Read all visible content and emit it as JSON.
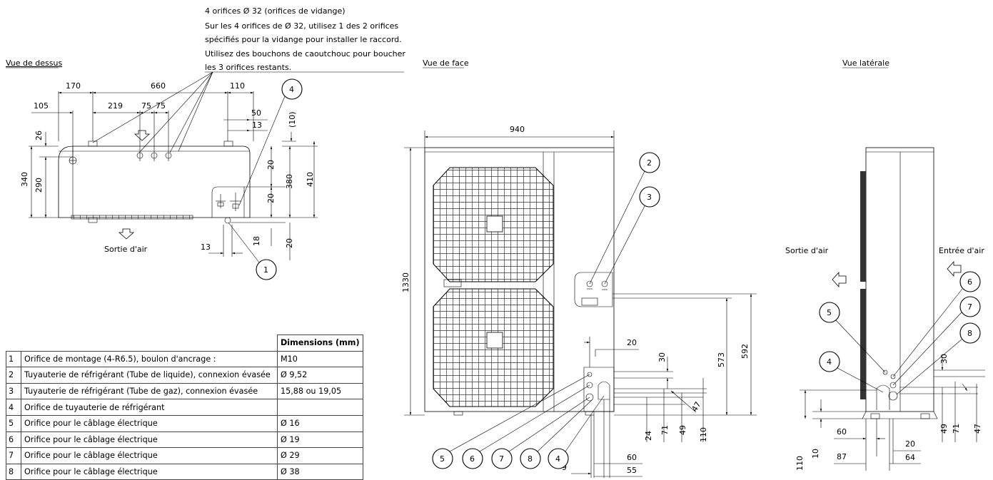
{
  "views": {
    "top": "Vue de dessus",
    "front": "Vue de face",
    "side": "Vue latérale"
  },
  "drain_note": [
    "4 orifices Ø 32 (orifices de vidange)",
    "Sur les 4 orifices de Ø 32, utilisez 1 des 2 orifices",
    "spécifiés pour la vidange pour installer le raccord.",
    "Utilisez des bouchons de caoutchouc pour boucher",
    "les 3 orifices restants."
  ],
  "labels": {
    "air_out": "Sortie d'air",
    "air_in": "Entrée d'air"
  },
  "dims": {
    "top": {
      "d170": "170",
      "d660": "660",
      "d110": "110",
      "d105": "105",
      "d219": "219",
      "d75a": "75",
      "d75b": "75",
      "d50": "50",
      "d13a": "13",
      "d10": "(10)",
      "d26": "26",
      "d340": "340",
      "d290": "290",
      "d20a": "20",
      "d380": "380",
      "d410": "410",
      "d20b": "20",
      "d18": "18",
      "d20c": "20",
      "d13b": "13"
    },
    "front": {
      "d940": "940",
      "d1330": "1330",
      "d20": "20",
      "d30": "30",
      "d573": "573",
      "d592": "592",
      "d47": "47",
      "d24": "24",
      "d71": "71",
      "d49": "49",
      "d110": "110",
      "d60": "60",
      "d9": "9",
      "d55": "55"
    },
    "side": {
      "d30": "30",
      "d110": "110",
      "d10": "10",
      "d60": "60",
      "d87": "87",
      "d20": "20",
      "d64": "64",
      "d49": "49",
      "d71": "71",
      "d47": "47"
    }
  },
  "callouts": {
    "c1": "1",
    "c2": "2",
    "c3": "3",
    "c4": "4",
    "c5": "5",
    "c6": "6",
    "c7": "7",
    "c8": "8"
  },
  "table": {
    "header": "Dimensions (mm)",
    "rows": [
      {
        "num": "1",
        "desc": "Orifice de montage (4-R6.5), boulon d'ancrage :",
        "value": "M10"
      },
      {
        "num": "2",
        "desc": "Tuyauterie de réfrigérant (Tube de liquide), connexion évasée",
        "value": "Ø 9,52"
      },
      {
        "num": "3",
        "desc": "Tuyauterie de réfrigérant (Tube de gaz), connexion évasée",
        "value": "15,88 ou 19,05"
      },
      {
        "num": "4",
        "desc": "Orifice de tuyauterie de réfrigérant",
        "value": ""
      },
      {
        "num": "5",
        "desc": "Orifice pour le câblage électrique",
        "value": "Ø 16"
      },
      {
        "num": "6",
        "desc": "Orifice pour le câblage électrique",
        "value": "Ø 19"
      },
      {
        "num": "7",
        "desc": "Orifice pour le câblage électrique",
        "value": "Ø 29"
      },
      {
        "num": "8",
        "desc": "Orifice pour le câblage électrique",
        "value": "Ø 38"
      }
    ]
  }
}
